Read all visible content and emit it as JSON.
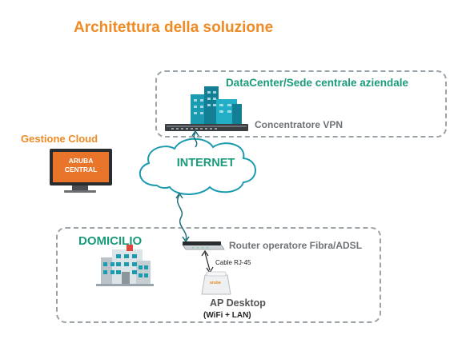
{
  "title": "Architettura della soluzione",
  "datacenter": {
    "title": "DataCenter/Sede centrale aziendale",
    "vpn_label": "Concentratore VPN"
  },
  "cloud_management": {
    "label": "Gestione Cloud",
    "screen_line1": "ARUBA",
    "screen_line2": "CENTRAL"
  },
  "internet_label": "INTERNET",
  "home": {
    "title": "DOMICILIO",
    "router_label": "Router operatore Fibra/ADSL",
    "cable_label": "Cable RJ-45",
    "ap_label": "AP Desktop",
    "ap_sublabel": "(WiFi + LAN)",
    "ap_brand": "aruba"
  },
  "colors": {
    "accent_orange": "#f08a24",
    "accent_green": "#1a9b7a",
    "building_teal": "#1b9bb0"
  }
}
